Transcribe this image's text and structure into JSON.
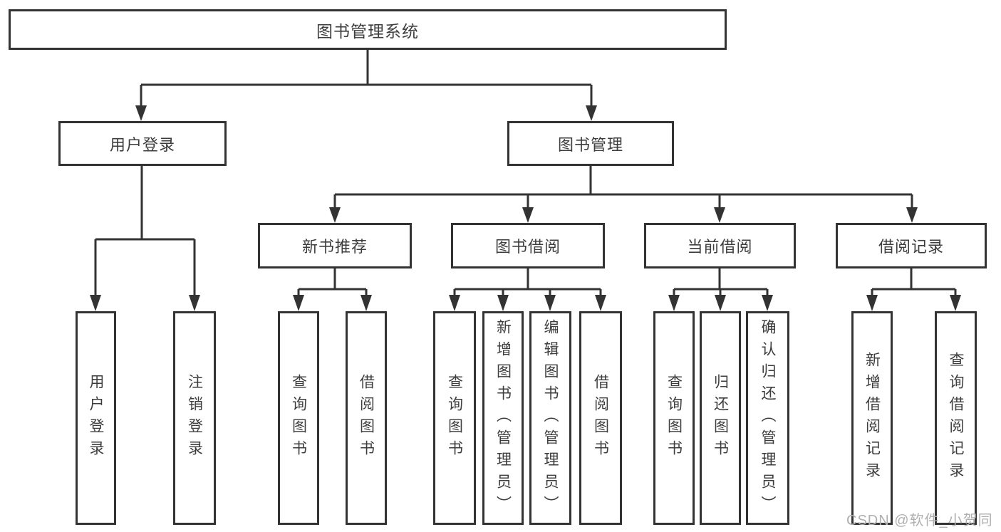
{
  "tree": {
    "label": "图书管理系统",
    "children": [
      {
        "label": "用户登录",
        "children": [
          {
            "label": "用户登录"
          },
          {
            "label": "注销登录"
          }
        ]
      },
      {
        "label": "图书管理",
        "children": [
          {
            "label": "新书推荐",
            "children": [
              {
                "label": "查询图书"
              },
              {
                "label": "借阅图书"
              }
            ]
          },
          {
            "label": "图书借阅",
            "children": [
              {
                "label": "查询图书"
              },
              {
                "label": "新增图书（管理员）"
              },
              {
                "label": "编辑图书（管理员）"
              },
              {
                "label": "借阅图书"
              }
            ]
          },
          {
            "label": "当前借阅",
            "children": [
              {
                "label": "查询图书"
              },
              {
                "label": "归还图书"
              },
              {
                "label": "确认归还（管理员）"
              }
            ]
          },
          {
            "label": "借阅记录",
            "children": [
              {
                "label": "新增借阅记录"
              },
              {
                "label": "查询借阅记录"
              }
            ]
          }
        ]
      }
    ]
  },
  "watermark": "CSDN @软件_小贺同学",
  "style": {
    "line_color": "#333333",
    "text_color": "#3d3d3d",
    "watermark_color": "#b0b0b0",
    "background": "#ffffff"
  }
}
